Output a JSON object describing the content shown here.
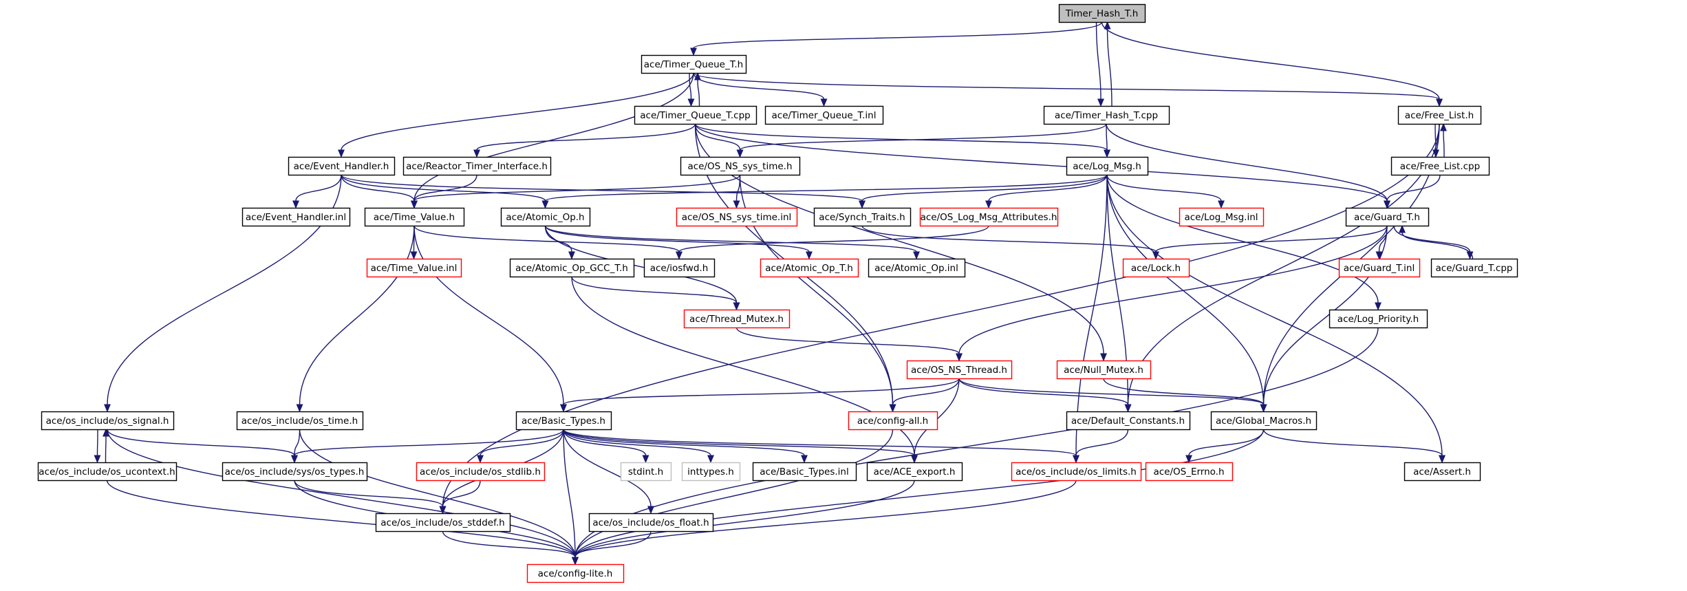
{
  "diagram": {
    "title": "",
    "colors": {
      "edge": "#191970",
      "border_normal": "#000000",
      "border_external": "#ff0000",
      "border_system": "#bfbfbf",
      "focus_fill": "#bfbfbf"
    },
    "nodes": [
      {
        "id": "timer_hash_t_h",
        "label": "Timer_Hash_T.h",
        "kind": "focus"
      },
      {
        "id": "timer_queue_t_h",
        "label": "ace/Timer_Queue_T.h",
        "kind": "normal"
      },
      {
        "id": "timer_queue_t_cpp",
        "label": "ace/Timer_Queue_T.cpp",
        "kind": "normal"
      },
      {
        "id": "timer_queue_t_inl",
        "label": "ace/Timer_Queue_T.inl",
        "kind": "normal"
      },
      {
        "id": "timer_hash_t_cpp",
        "label": "ace/Timer_Hash_T.cpp",
        "kind": "normal"
      },
      {
        "id": "free_list_h",
        "label": "ace/Free_List.h",
        "kind": "normal"
      },
      {
        "id": "free_list_cpp",
        "label": "ace/Free_List.cpp",
        "kind": "normal"
      },
      {
        "id": "event_handler_h",
        "label": "ace/Event_Handler.h",
        "kind": "normal"
      },
      {
        "id": "reactor_timer_interface_h",
        "label": "ace/Reactor_Timer_Interface.h",
        "kind": "normal"
      },
      {
        "id": "os_ns_sys_time_h",
        "label": "ace/OS_NS_sys_time.h",
        "kind": "normal"
      },
      {
        "id": "log_msg_h",
        "label": "ace/Log_Msg.h",
        "kind": "normal"
      },
      {
        "id": "event_handler_inl",
        "label": "ace/Event_Handler.inl",
        "kind": "normal"
      },
      {
        "id": "time_value_h",
        "label": "ace/Time_Value.h",
        "kind": "normal"
      },
      {
        "id": "atomic_op_h",
        "label": "ace/Atomic_Op.h",
        "kind": "normal"
      },
      {
        "id": "os_ns_sys_time_inl",
        "label": "ace/OS_NS_sys_time.inl",
        "kind": "external"
      },
      {
        "id": "synch_traits_h",
        "label": "ace/Synch_Traits.h",
        "kind": "normal"
      },
      {
        "id": "os_log_msg_attributes_h",
        "label": "ace/OS_Log_Msg_Attributes.h",
        "kind": "external"
      },
      {
        "id": "log_msg_inl",
        "label": "ace/Log_Msg.inl",
        "kind": "external"
      },
      {
        "id": "guard_t_h",
        "label": "ace/Guard_T.h",
        "kind": "normal"
      },
      {
        "id": "time_value_inl",
        "label": "ace/Time_Value.inl",
        "kind": "external"
      },
      {
        "id": "atomic_op_gcc_t_h",
        "label": "ace/Atomic_Op_GCC_T.h",
        "kind": "normal"
      },
      {
        "id": "iosfwd_h",
        "label": "ace/iosfwd.h",
        "kind": "normal"
      },
      {
        "id": "atomic_op_t_h",
        "label": "ace/Atomic_Op_T.h",
        "kind": "external"
      },
      {
        "id": "atomic_op_inl",
        "label": "ace/Atomic_Op.inl",
        "kind": "normal"
      },
      {
        "id": "lock_h",
        "label": "ace/Lock.h",
        "kind": "external"
      },
      {
        "id": "guard_t_inl",
        "label": "ace/Guard_T.inl",
        "kind": "external"
      },
      {
        "id": "guard_t_cpp",
        "label": "ace/Guard_T.cpp",
        "kind": "normal"
      },
      {
        "id": "thread_mutex_h",
        "label": "ace/Thread_Mutex.h",
        "kind": "external"
      },
      {
        "id": "log_priority_h",
        "label": "ace/Log_Priority.h",
        "kind": "normal"
      },
      {
        "id": "os_ns_thread_h",
        "label": "ace/OS_NS_Thread.h",
        "kind": "external"
      },
      {
        "id": "null_mutex_h",
        "label": "ace/Null_Mutex.h",
        "kind": "external"
      },
      {
        "id": "os_signal_h",
        "label": "ace/os_include/os_signal.h",
        "kind": "normal"
      },
      {
        "id": "os_time_h",
        "label": "ace/os_include/os_time.h",
        "kind": "normal"
      },
      {
        "id": "basic_types_h",
        "label": "ace/Basic_Types.h",
        "kind": "normal"
      },
      {
        "id": "config_all_h",
        "label": "ace/config-all.h",
        "kind": "external"
      },
      {
        "id": "default_constants_h",
        "label": "ace/Default_Constants.h",
        "kind": "normal"
      },
      {
        "id": "global_macros_h",
        "label": "ace/Global_Macros.h",
        "kind": "normal"
      },
      {
        "id": "os_ucontext_h",
        "label": "ace/os_include/os_ucontext.h",
        "kind": "normal"
      },
      {
        "id": "sys_os_types_h",
        "label": "ace/os_include/sys/os_types.h",
        "kind": "normal"
      },
      {
        "id": "os_stdlib_h",
        "label": "ace/os_include/os_stdlib.h",
        "kind": "external"
      },
      {
        "id": "stdint_h",
        "label": "stdint.h",
        "kind": "system"
      },
      {
        "id": "inttypes_h",
        "label": "inttypes.h",
        "kind": "system"
      },
      {
        "id": "basic_types_inl",
        "label": "ace/Basic_Types.inl",
        "kind": "normal"
      },
      {
        "id": "ace_export_h",
        "label": "ace/ACE_export.h",
        "kind": "normal"
      },
      {
        "id": "os_limits_h",
        "label": "ace/os_include/os_limits.h",
        "kind": "external"
      },
      {
        "id": "os_errno_h",
        "label": "ace/OS_Errno.h",
        "kind": "external"
      },
      {
        "id": "assert_h",
        "label": "ace/Assert.h",
        "kind": "normal"
      },
      {
        "id": "os_stddef_h",
        "label": "ace/os_include/os_stddef.h",
        "kind": "normal"
      },
      {
        "id": "os_float_h",
        "label": "ace/os_include/os_float.h",
        "kind": "normal"
      },
      {
        "id": "config_lite_h",
        "label": "ace/config-lite.h",
        "kind": "external"
      }
    ],
    "edges": [
      [
        "timer_hash_t_h",
        "timer_queue_t_h"
      ],
      [
        "timer_hash_t_h",
        "timer_hash_t_cpp"
      ],
      [
        "timer_hash_t_h",
        "free_list_h"
      ],
      [
        "timer_hash_t_cpp",
        "timer_hash_t_h"
      ],
      [
        "timer_hash_t_cpp",
        "os_ns_sys_time_h"
      ],
      [
        "timer_hash_t_cpp",
        "log_msg_h"
      ],
      [
        "timer_hash_t_cpp",
        "guard_t_h"
      ],
      [
        "timer_queue_t_h",
        "timer_queue_t_cpp"
      ],
      [
        "timer_queue_t_h",
        "timer_queue_t_inl"
      ],
      [
        "timer_queue_t_h",
        "free_list_h"
      ],
      [
        "timer_queue_t_h",
        "event_handler_h"
      ],
      [
        "timer_queue_t_h",
        "time_value_h"
      ],
      [
        "timer_queue_t_cpp",
        "timer_queue_t_h"
      ],
      [
        "timer_queue_t_cpp",
        "reactor_timer_interface_h"
      ],
      [
        "timer_queue_t_cpp",
        "os_ns_sys_time_h"
      ],
      [
        "timer_queue_t_cpp",
        "log_msg_h"
      ],
      [
        "timer_queue_t_cpp",
        "guard_t_h"
      ],
      [
        "timer_queue_t_cpp",
        "config_all_h"
      ],
      [
        "timer_queue_t_cpp",
        "null_mutex_h"
      ],
      [
        "free_list_h",
        "free_list_cpp"
      ],
      [
        "free_list_h",
        "default_constants_h"
      ],
      [
        "free_list_h",
        "global_macros_h"
      ],
      [
        "free_list_h",
        "os_stddef_h"
      ],
      [
        "free_list_cpp",
        "free_list_h"
      ],
      [
        "free_list_cpp",
        "guard_t_h"
      ],
      [
        "event_handler_h",
        "event_handler_inl"
      ],
      [
        "event_handler_h",
        "time_value_h"
      ],
      [
        "event_handler_h",
        "atomic_op_h"
      ],
      [
        "event_handler_h",
        "synch_traits_h"
      ],
      [
        "event_handler_h",
        "os_signal_h"
      ],
      [
        "reactor_timer_interface_h",
        "time_value_h"
      ],
      [
        "os_ns_sys_time_h",
        "time_value_h"
      ],
      [
        "os_ns_sys_time_h",
        "os_ns_sys_time_inl"
      ],
      [
        "os_ns_sys_time_h",
        "config_all_h"
      ],
      [
        "log_msg_h",
        "atomic_op_h"
      ],
      [
        "log_msg_h",
        "synch_traits_h"
      ],
      [
        "log_msg_h",
        "os_log_msg_attributes_h"
      ],
      [
        "log_msg_h",
        "log_msg_inl"
      ],
      [
        "log_msg_h",
        "log_priority_h"
      ],
      [
        "log_msg_h",
        "default_constants_h"
      ],
      [
        "log_msg_h",
        "global_macros_h"
      ],
      [
        "log_msg_h",
        "os_limits_h"
      ],
      [
        "log_msg_h",
        "assert_h"
      ],
      [
        "synch_traits_h",
        "lock_h"
      ],
      [
        "os_log_msg_attributes_h",
        "iosfwd_h"
      ],
      [
        "guard_t_h",
        "lock_h"
      ],
      [
        "guard_t_h",
        "guard_t_inl"
      ],
      [
        "guard_t_h",
        "guard_t_cpp"
      ],
      [
        "guard_t_h",
        "os_ns_thread_h"
      ],
      [
        "guard_t_h",
        "global_macros_h"
      ],
      [
        "guard_t_cpp",
        "guard_t_h"
      ],
      [
        "time_value_h",
        "time_value_inl"
      ],
      [
        "time_value_h",
        "iosfwd_h"
      ],
      [
        "time_value_h",
        "os_time_h"
      ],
      [
        "time_value_h",
        "basic_types_h"
      ],
      [
        "atomic_op_h",
        "atomic_op_gcc_t_h"
      ],
      [
        "atomic_op_h",
        "atomic_op_t_h"
      ],
      [
        "atomic_op_h",
        "atomic_op_inl"
      ],
      [
        "atomic_op_h",
        "thread_mutex_h"
      ],
      [
        "atomic_op_gcc_t_h",
        "thread_mutex_h"
      ],
      [
        "atomic_op_gcc_t_h",
        "ace_export_h"
      ],
      [
        "thread_mutex_h",
        "os_ns_thread_h"
      ],
      [
        "os_ns_thread_h",
        "basic_types_h"
      ],
      [
        "os_ns_thread_h",
        "config_all_h"
      ],
      [
        "os_ns_thread_h",
        "default_constants_h"
      ],
      [
        "os_ns_thread_h",
        "global_macros_h"
      ],
      [
        "os_ns_thread_h",
        "ace_export_h"
      ],
      [
        "null_mutex_h",
        "global_macros_h"
      ],
      [
        "log_priority_h",
        "config_lite_h"
      ],
      [
        "os_signal_h",
        "os_ucontext_h"
      ],
      [
        "os_signal_h",
        "sys_os_types_h"
      ],
      [
        "os_signal_h",
        "config_lite_h"
      ],
      [
        "os_ucontext_h",
        "os_signal_h"
      ],
      [
        "os_ucontext_h",
        "config_lite_h"
      ],
      [
        "os_time_h",
        "sys_os_types_h"
      ],
      [
        "os_time_h",
        "config_lite_h"
      ],
      [
        "basic_types_h",
        "sys_os_types_h"
      ],
      [
        "basic_types_h",
        "os_stdlib_h"
      ],
      [
        "basic_types_h",
        "stdint_h"
      ],
      [
        "basic_types_h",
        "inttypes_h"
      ],
      [
        "basic_types_h",
        "basic_types_inl"
      ],
      [
        "basic_types_h",
        "ace_export_h"
      ],
      [
        "basic_types_h",
        "os_limits_h"
      ],
      [
        "basic_types_h",
        "os_float_h"
      ],
      [
        "basic_types_h",
        "os_stddef_h"
      ],
      [
        "basic_types_h",
        "config_lite_h"
      ],
      [
        "config_all_h",
        "config_lite_h"
      ],
      [
        "default_constants_h",
        "os_limits_h"
      ],
      [
        "global_macros_h",
        "os_errno_h"
      ],
      [
        "global_macros_h",
        "assert_h"
      ],
      [
        "global_macros_h",
        "config_lite_h"
      ],
      [
        "sys_os_types_h",
        "os_stddef_h"
      ],
      [
        "sys_os_types_h",
        "config_lite_h"
      ],
      [
        "os_stdlib_h",
        "os_stddef_h"
      ],
      [
        "os_stddef_h",
        "config_lite_h"
      ],
      [
        "os_float_h",
        "config_lite_h"
      ],
      [
        "os_limits_h",
        "config_lite_h"
      ],
      [
        "ace_export_h",
        "config_lite_h"
      ]
    ]
  }
}
